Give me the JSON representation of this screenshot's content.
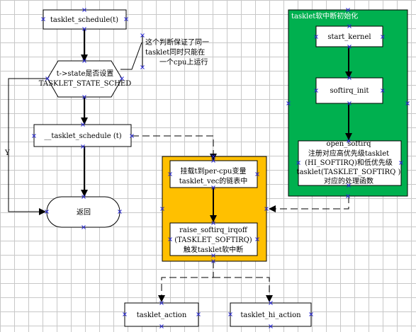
{
  "colors": {
    "green": "#00b04f",
    "yellow": "#ffc000",
    "handle": "#2b2bd6"
  },
  "nodes": {
    "tasklet_schedule": "tasklet_schedule(t)",
    "state_check_line1": "t->state是否设置",
    "state_check_line2": "TASKLET_STATE_SCHED",
    "inner_schedule": "__tasklet_schedule (t)",
    "return": "返回",
    "mount_line1": "挂载t到per-cpu变量",
    "mount_line2": "tasklet_vec的链表中",
    "raise_line1": "raise_softirq_irqoff",
    "raise_line2": "(TASKLET_SOFTIRQ)",
    "raise_line3": "触发tasklet软中断",
    "tasklet_action": "tasklet_action",
    "tasklet_hi_action": "tasklet_hi_action"
  },
  "note": {
    "line1": "这个判断保证了同一",
    "line2": "tasklet同时只能在",
    "line3": "一个cpu上运行"
  },
  "green_panel": {
    "title": "tasklet软中断初始化",
    "start_kernel": "start_kernel",
    "softirq_init": "softirq_init",
    "open_line1": "open_softirq",
    "open_line2": "注册对应高优先级tasklet",
    "open_line3": "(HI_SOFTIRQ)和低优先级",
    "open_line4": "tasklet(TASKLET_SOFTIRQ )",
    "open_line5": "对应的处理函数"
  },
  "edge_labels": {
    "yes": "Y"
  }
}
